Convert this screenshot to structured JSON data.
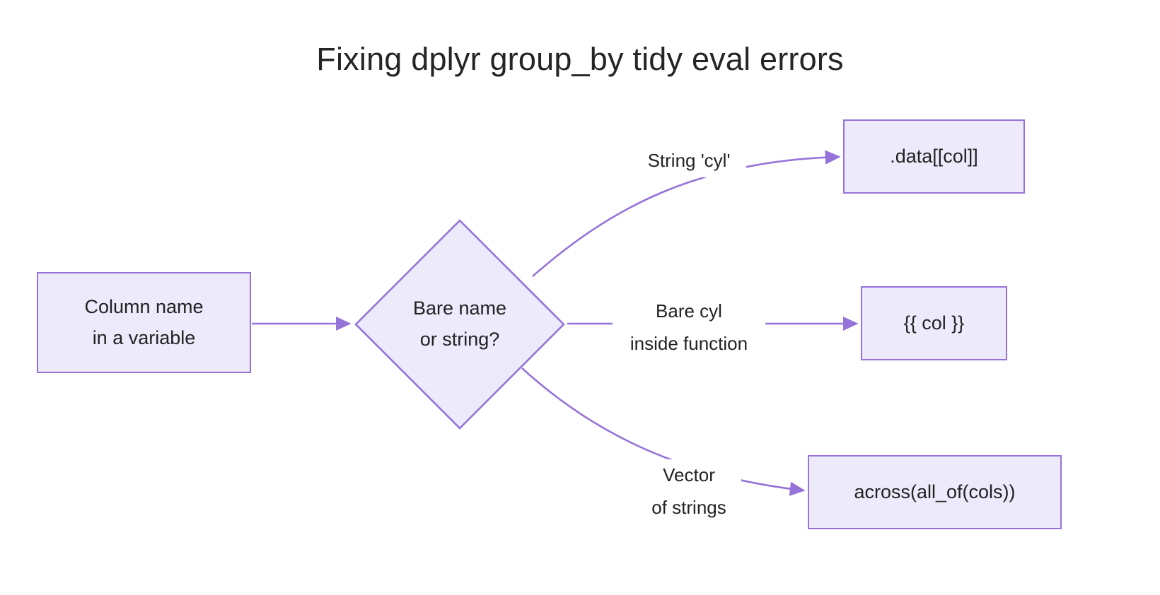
{
  "diagram": {
    "title": "Fixing dplyr group_by tidy eval errors",
    "type": "flowchart",
    "orientation": "left-to-right",
    "colors": {
      "node_fill": "#ECEAFB",
      "node_border": "#9673D8",
      "edge_stroke": "#9673D8",
      "text": "#222222",
      "title_text": "#252525",
      "background": "#FFFFFF"
    },
    "nodes": [
      {
        "id": "start",
        "shape": "rectangle",
        "label": "Column name\nin a variable"
      },
      {
        "id": "decision",
        "shape": "diamond",
        "label": "Bare name\nor string?"
      },
      {
        "id": "data-pronoun",
        "shape": "rectangle",
        "label": ".data[[col]]"
      },
      {
        "id": "curly-curly",
        "shape": "rectangle",
        "label": "{{ col }}"
      },
      {
        "id": "across-all-of",
        "shape": "rectangle",
        "label": "across(all_of(cols))"
      }
    ],
    "edges": [
      {
        "id": "e1",
        "from": "start",
        "to": "decision",
        "label": ""
      },
      {
        "id": "e2",
        "from": "decision",
        "to": "data-pronoun",
        "label": "String 'cyl'"
      },
      {
        "id": "e3",
        "from": "decision",
        "to": "curly-curly",
        "label": "Bare cyl\ninside function"
      },
      {
        "id": "e4",
        "from": "decision",
        "to": "across-all-of",
        "label": "Vector\nof strings"
      }
    ]
  }
}
